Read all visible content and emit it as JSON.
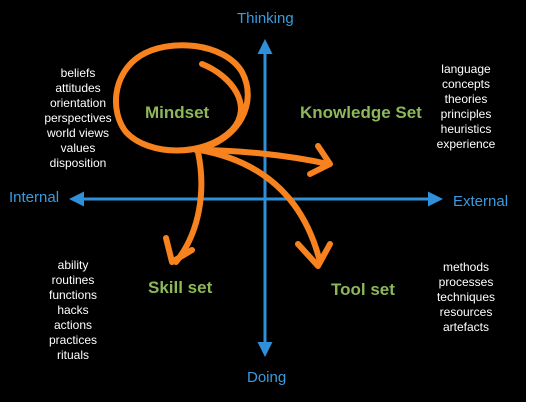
{
  "axes": {
    "top": "Thinking",
    "bottom": "Doing",
    "left": "Internal",
    "right": "External"
  },
  "quadrants": {
    "mindset": {
      "title": "Mindset",
      "items": [
        "beliefs",
        "attitudes",
        "orientation",
        "perspectives",
        "world views",
        "values",
        "disposition"
      ]
    },
    "knowledge_set": {
      "title": "Knowledge Set",
      "items": [
        "language",
        "concepts",
        "theories",
        "principles",
        "heuristics",
        "experience"
      ]
    },
    "skill_set": {
      "title": "Skill set",
      "items": [
        "ability",
        "routines",
        "functions",
        "hacks",
        "actions",
        "practices",
        "rituals"
      ]
    },
    "tool_set": {
      "title": "Tool set",
      "items": [
        "methods",
        "processes",
        "techniques",
        "resources",
        "artefacts"
      ]
    }
  },
  "colors": {
    "background": "#000000",
    "axis": "#2f8fd8",
    "axis_label": "#3a9be0",
    "quadrant_title": "#8cb85a",
    "item_text": "#ffffff",
    "sketch": "#f7821e"
  }
}
